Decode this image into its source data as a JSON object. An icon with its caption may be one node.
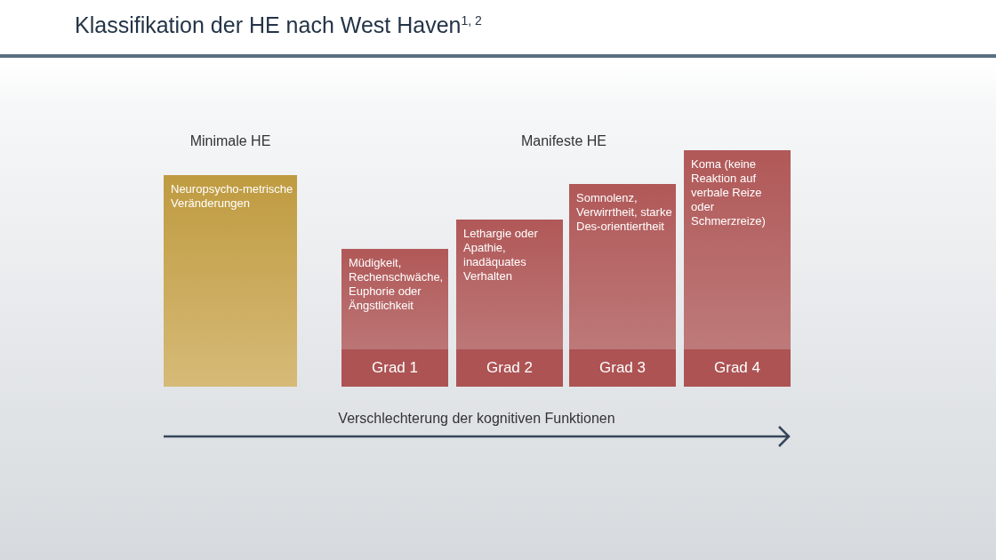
{
  "diagram": {
    "title": "Klassifikation der HE nach West Haven$^{1, 2}$",
    "nodes": [
      {
        "text": [
          "Neuropsycho-metrische Veränderungen"
        ]
      },
      {
        "text": [
          "Müdigkeit, Rechenschwäche, Euphorie oder Ängstlichkeit",
          "Grad 1"
        ]
      },
      {
        "text": [
          "Lethargie oder Apathie, inadäquates Verhalten",
          "Grad 2"
        ]
      },
      {
        "text": [
          "Somnolenz, Verwirrtheit, starke Des-orientiertheit",
          "Grad 3"
        ]
      },
      {
        "text": [
          "Koma (keine Reaktion auf verbale Reize oder Schmerzreize)",
          "Grad 4"
        ]
      }
    ],
    "labels": [
      "Minimale HE",
      "Manifeste HE",
      "Verschlechterung der kognitiven Funktionen"
    ]
  }
}
